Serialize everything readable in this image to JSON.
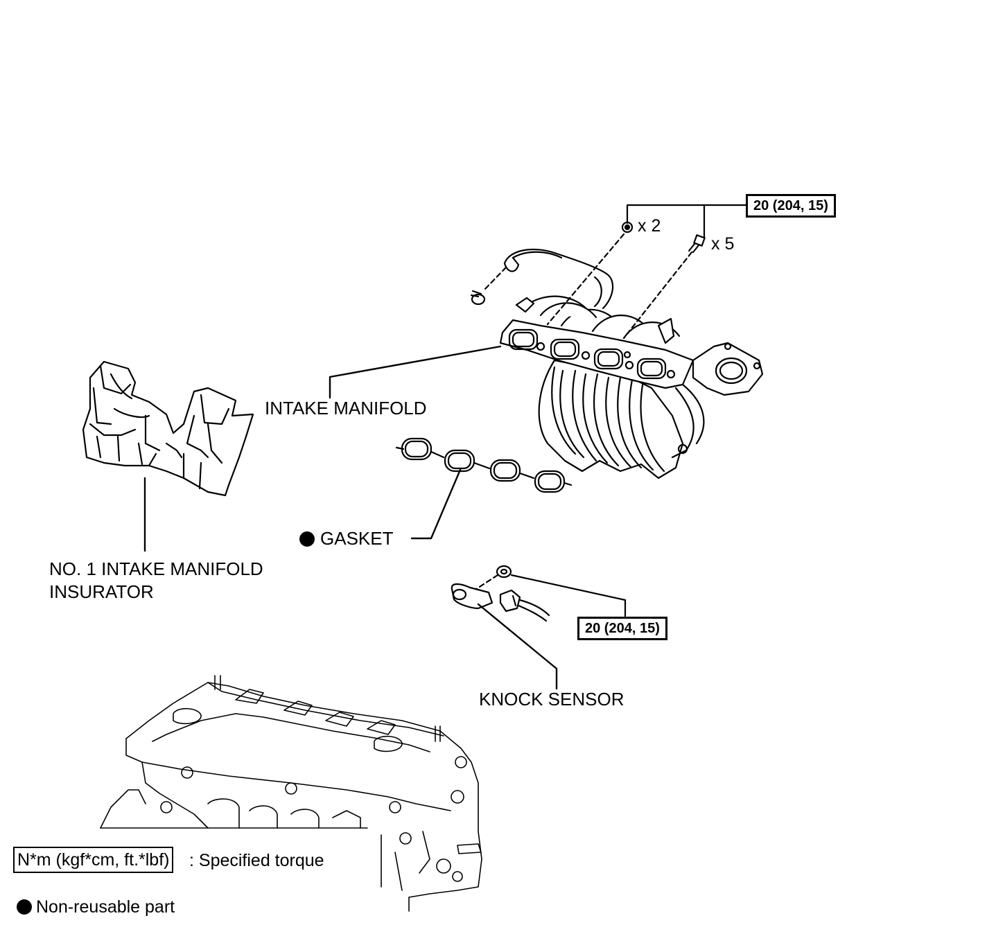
{
  "labels": {
    "intake_manifold": "INTAKE MANIFOLD",
    "gasket": "GASKET",
    "insulator_line1": "NO. 1 INTAKE MANIFOLD",
    "insulator_line2": "INSURATOR",
    "knock_sensor": "KNOCK SENSOR"
  },
  "fasteners": {
    "nut_qty": "x 2",
    "bolt_qty": "x 5"
  },
  "torque": {
    "manifold": "20 (204, 15)",
    "knock_sensor": "20 (204, 15)"
  },
  "legend": {
    "torque_unit": "N*m (kgf*cm, ft.*lbf)",
    "torque_desc": ": Specified torque",
    "non_reusable": "Non-reusable part"
  }
}
